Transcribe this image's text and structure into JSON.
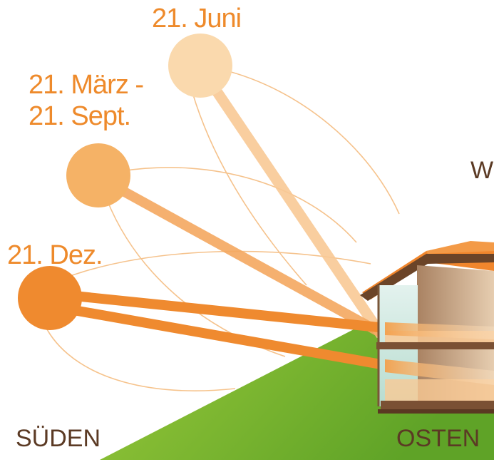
{
  "labels": {
    "juni": "21. Juni",
    "maerz_line1": "21. März -",
    "maerz_line2": "21. Sept.",
    "dez": "21. Dez.",
    "sueden": "SÜDEN",
    "osten": "OSTEN",
    "west_partial": "W"
  },
  "colors": {
    "label_orange": "#ee8a2b",
    "sun_juni": "#fad9ad",
    "sun_maerz": "#f5b266",
    "sun_dez": "#ef8a2f",
    "ground_green": "#7ab62c",
    "roof_orange": "#f0862d",
    "house_wall": "#c9a47e",
    "window_glass": "#cfe8df",
    "text_brown": "#5b3a24"
  }
}
